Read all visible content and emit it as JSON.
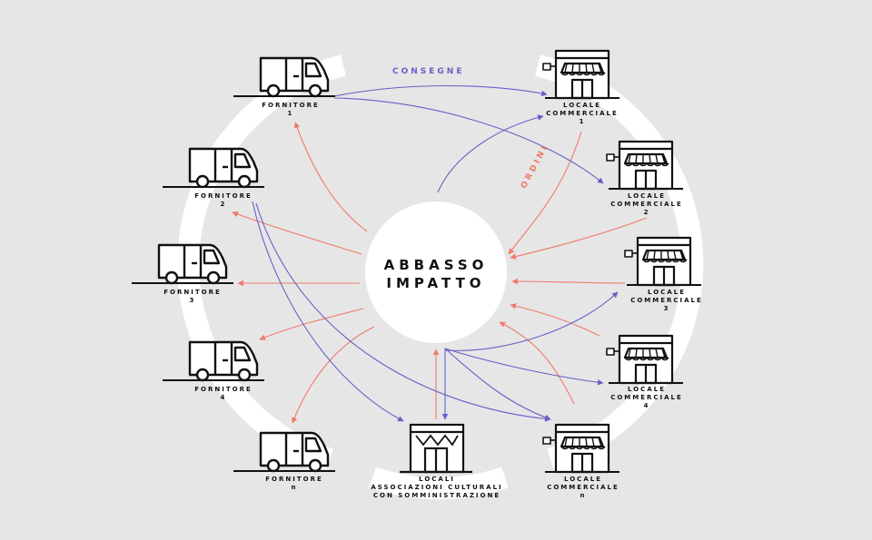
{
  "center": {
    "line1": "ABBASSO",
    "line2": "IMPATTO"
  },
  "flows": {
    "consegne": {
      "label": "CONSEGNE",
      "color": "#6a5fc8"
    },
    "ordini": {
      "label": "ORDINI",
      "color": "#f07a6a"
    }
  },
  "suppliers": [
    {
      "name": "FORNITORE",
      "sub": "1"
    },
    {
      "name": "FORNITORE",
      "sub": "2"
    },
    {
      "name": "FORNITORE",
      "sub": "3"
    },
    {
      "name": "FORNITORE",
      "sub": "4"
    },
    {
      "name": "FORNITORE",
      "sub": "n"
    }
  ],
  "shops": [
    {
      "l1": "LOCALE",
      "l2": "COMMERCIALE",
      "sub": "1"
    },
    {
      "l1": "LOCALE",
      "l2": "COMMERCIALE",
      "sub": "2"
    },
    {
      "l1": "LOCALE",
      "l2": "COMMERCIALE",
      "sub": "3"
    },
    {
      "l1": "LOCALE",
      "l2": "COMMERCIALE",
      "sub": "4"
    },
    {
      "l1": "LOCALE",
      "l2": "COMMERCIALE",
      "sub": "n"
    }
  ],
  "culture": {
    "l1": "LOCALI",
    "l2": "ASSOCIAZIONI CULTURALI",
    "l3": "CON SOMMINISTRAZIONE"
  }
}
